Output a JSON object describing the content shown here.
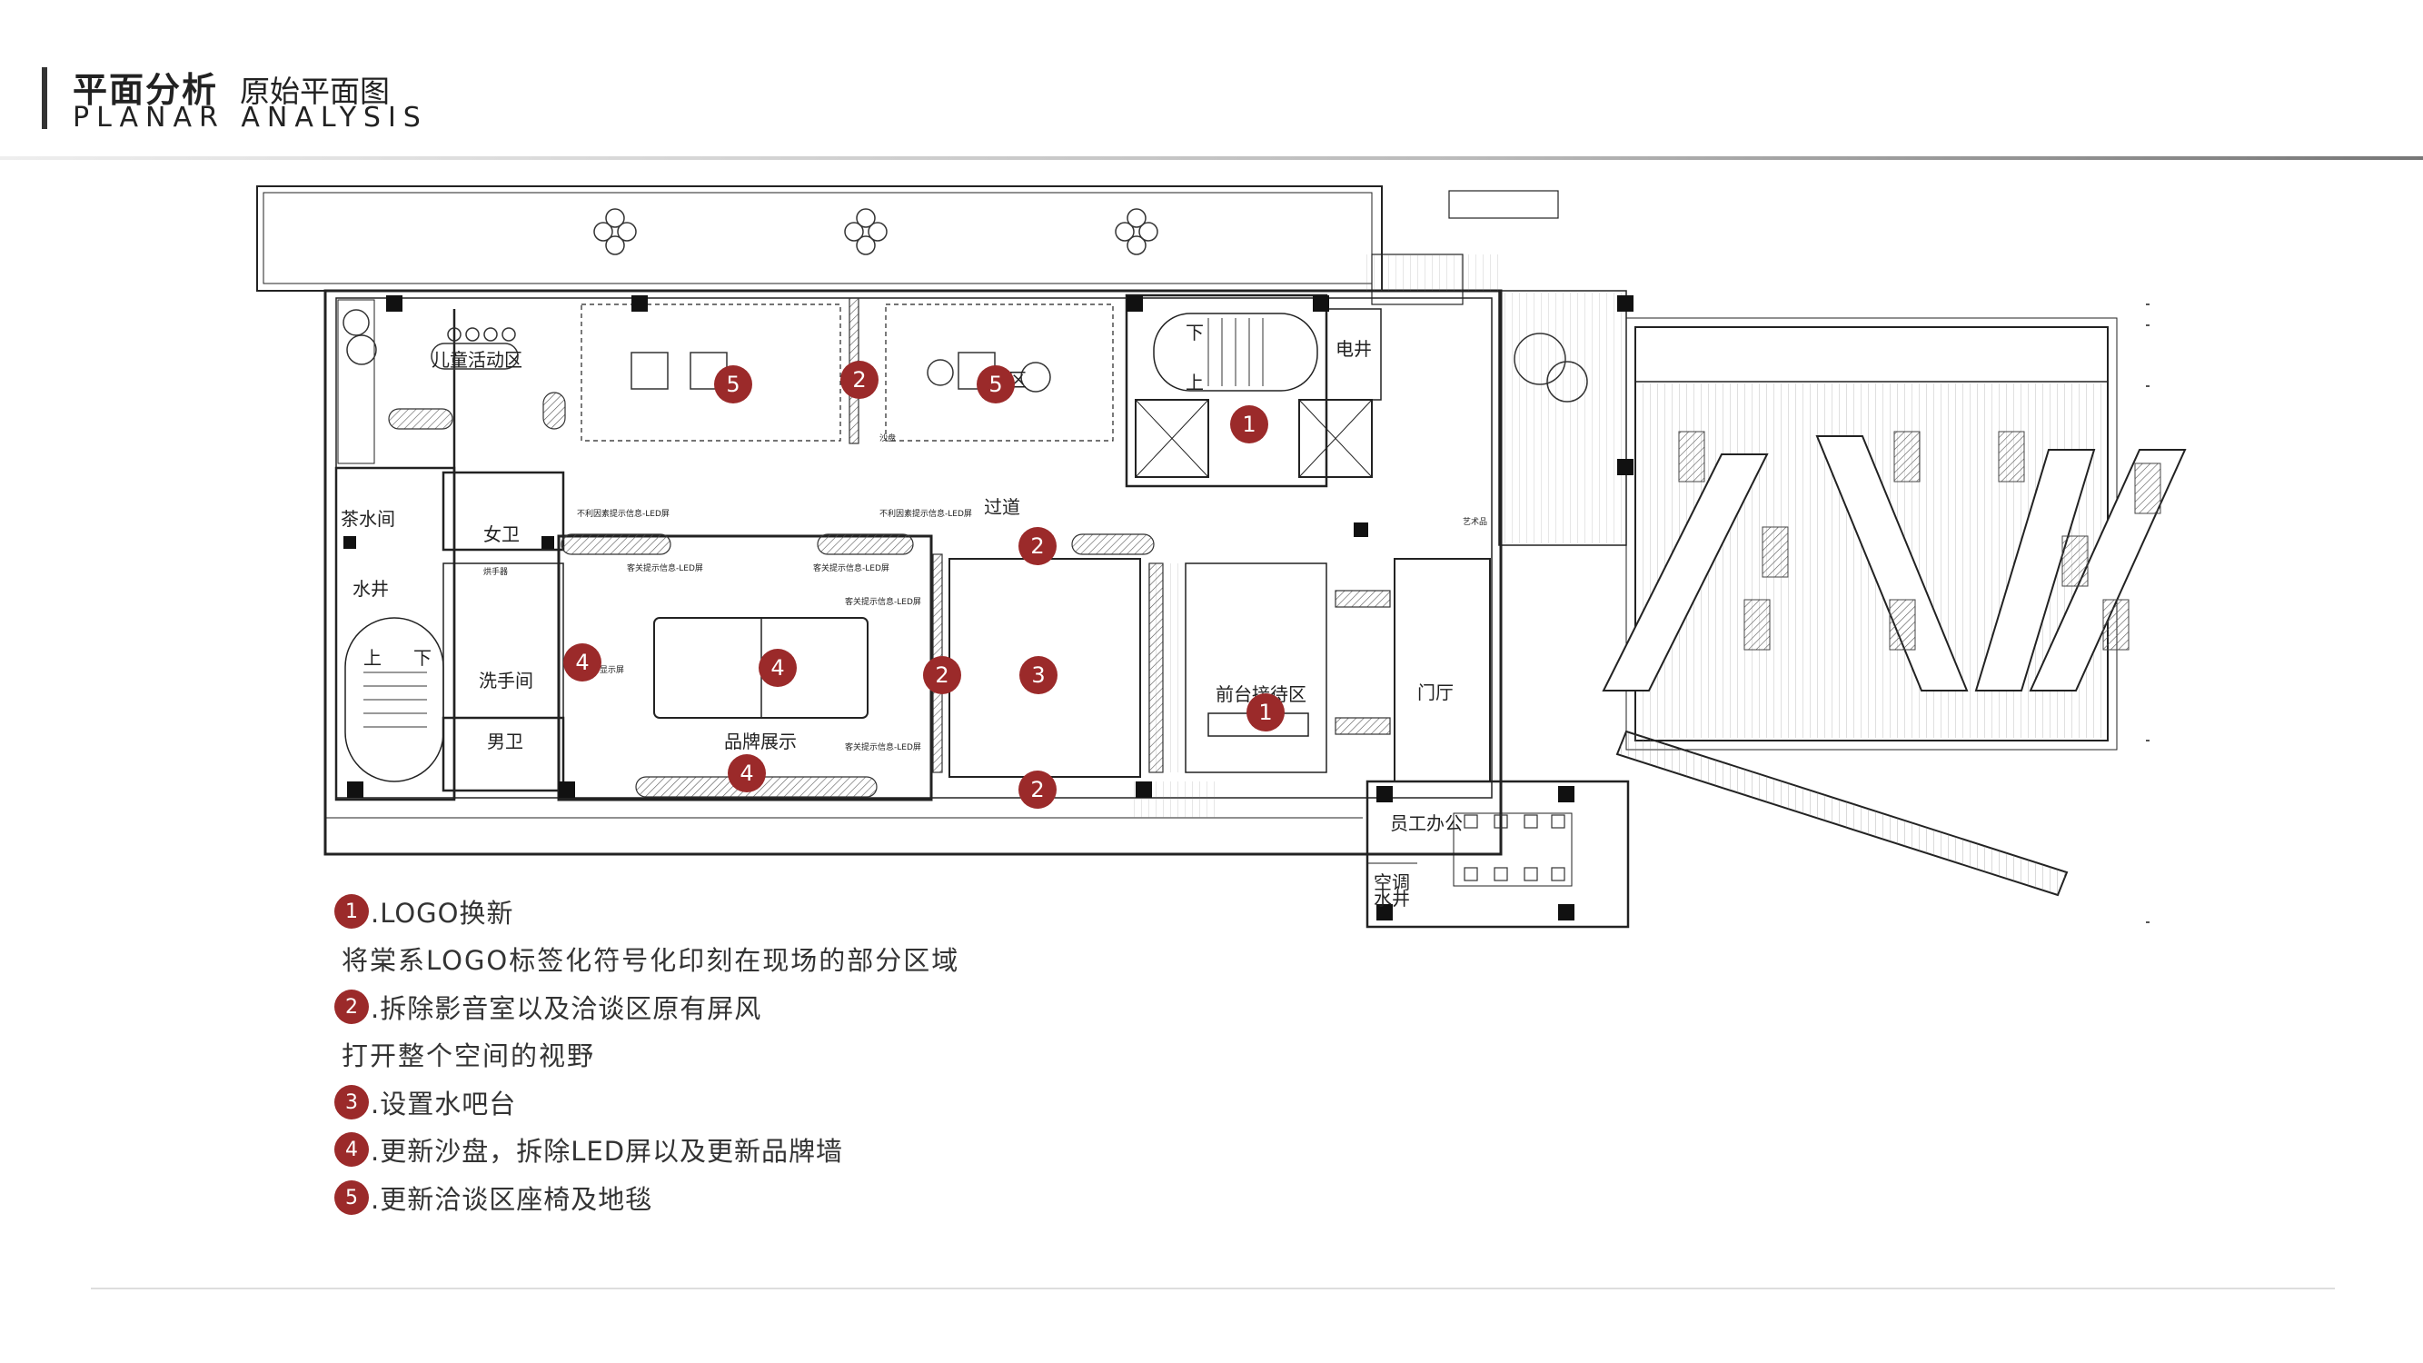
{
  "header": {
    "title": "平面分析",
    "subtitle": "原始平面图",
    "title_en": "PLANAR ANALYSIS"
  },
  "accent_color": "#9b2a2a",
  "room_labels": {
    "kids_area": "儿童活动区",
    "tea_room": "茶水间",
    "women_wc": "女卫",
    "water_well": "水井",
    "washroom": "洗手间",
    "men_wc": "男卫",
    "hand_dryer": "烘手器",
    "corridor": "过道",
    "brand_display": "品牌展示",
    "reception": "前台接待区",
    "lobby": "门厅",
    "elec_well": "电井",
    "staff_office": "员工办公",
    "ac_well": "空调\n水井",
    "up": "上",
    "down": "下",
    "negotiation": "区",
    "led_note_1": "不利因素提示信息-LED屏",
    "led_note_2": "不利因素提示信息-LED屏",
    "led_note_3": "客关提示信息-LED屏",
    "led_note_4": "客关提示信息-LED屏",
    "led_note_5": "客关提示信息-LED屏",
    "led_note_6": "客关提示信息-LED屏",
    "led_note_7": "显示屏",
    "sand_table": "沙盘",
    "art_note": "艺术品"
  },
  "markers": [
    {
      "num": "5"
    },
    {
      "num": "2"
    },
    {
      "num": "5"
    },
    {
      "num": "1"
    },
    {
      "num": "2"
    },
    {
      "num": "4"
    },
    {
      "num": "4"
    },
    {
      "num": "2"
    },
    {
      "num": "3"
    },
    {
      "num": "1"
    },
    {
      "num": "4"
    },
    {
      "num": "2"
    }
  ],
  "legend": {
    "item1_num": "1",
    "item1_text": ".LOGO换新",
    "item1_sub": "将棠系LOGO标签化符号化印刻在现场的部分区域",
    "item2_num": "2",
    "item2_text": ".拆除影音室以及洽谈区原有屏风",
    "item2_sub": "打开整个空间的视野",
    "item3_num": "3",
    "item3_text": ".设置水吧台",
    "item4_num": "4",
    "item4_text": ".更新沙盘，拆除LED屏以及更新品牌墙",
    "item5_num": "5",
    "item5_text": ".更新洽谈区座椅及地毯"
  }
}
